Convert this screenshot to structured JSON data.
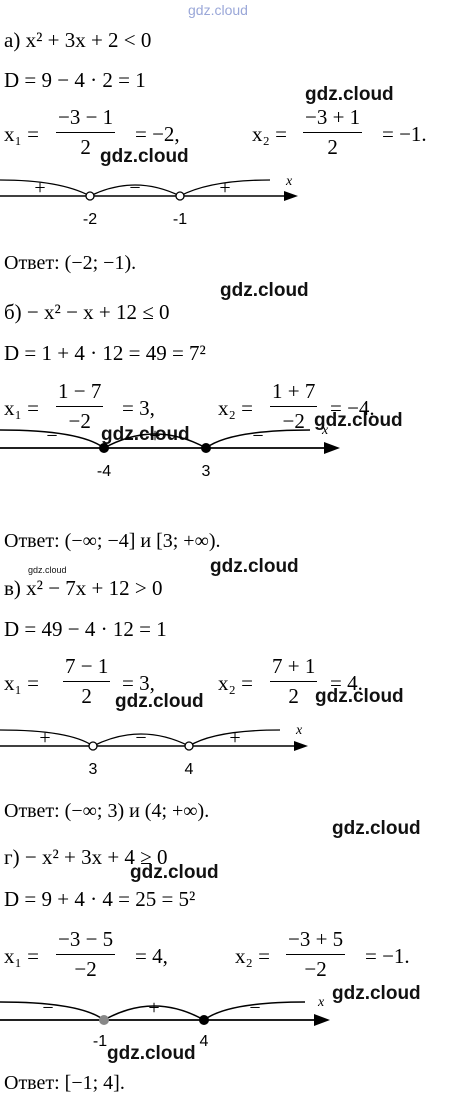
{
  "watermark": "gdz.cloud",
  "parts": [
    {
      "ineq": "а) x² + 3x + 2 < 0",
      "disc": "D = 9 − 4 · 2 = 1",
      "x1_lhs": "x₁ =",
      "x1_num": "−3 − 1",
      "x1_den": "2",
      "x1_val": "= −2,",
      "x2_lhs": "x₂ =",
      "x2_num": "−3 + 1",
      "x2_den": "2",
      "x2_val": "= −1.",
      "signs": [
        "+",
        "−",
        "+"
      ],
      "points": [
        "-2",
        "-1"
      ],
      "axis": "x",
      "answer": "Ответ: (−2;  −1)."
    },
    {
      "ineq": "б) − x² − x + 12 ≤ 0",
      "disc": "D = 1 + 4 · 12 = 49 = 7²",
      "x1_lhs": "x₁ =",
      "x1_num": "1 − 7",
      "x1_den": "−2",
      "x1_val": "= 3,",
      "x2_lhs": "x₂ =",
      "x2_num": "1 + 7",
      "x2_den": "−2",
      "x2_val": "= −4.",
      "signs": [
        "−",
        "+",
        "−"
      ],
      "points": [
        "-4",
        "3"
      ],
      "axis": "x",
      "answer": "Ответ: (−∞;  −4] и [3;  +∞)."
    },
    {
      "ineq": "в) x² − 7x + 12 > 0",
      "disc": "D = 49 − 4 · 12 = 1",
      "x1_lhs": "x₁ =",
      "x1_num": "7 − 1",
      "x1_den": "2",
      "x1_val": "= 3,",
      "x2_lhs": "x₂ =",
      "x2_num": "7 + 1",
      "x2_den": "2",
      "x2_val": "= 4.",
      "signs": [
        "+",
        "−",
        "+"
      ],
      "points": [
        "3",
        "4"
      ],
      "axis": "x",
      "answer": "Ответ: (−∞; 3) и (4;  +∞)."
    },
    {
      "ineq": "г) − x² + 3x + 4 ≥ 0",
      "disc": "D = 9 + 4 · 4 = 25 = 5²",
      "x1_lhs": "x₁ =",
      "x1_num": "−3 − 5",
      "x1_den": "−2",
      "x1_val": "= 4,",
      "x2_lhs": "x₂ =",
      "x2_num": "−3 + 5",
      "x2_den": "−2",
      "x2_val": "= −1.",
      "signs": [
        "−",
        "+",
        "−"
      ],
      "points": [
        "-1",
        "4"
      ],
      "axis": "x",
      "answer": "Ответ: [−1; 4]."
    }
  ]
}
